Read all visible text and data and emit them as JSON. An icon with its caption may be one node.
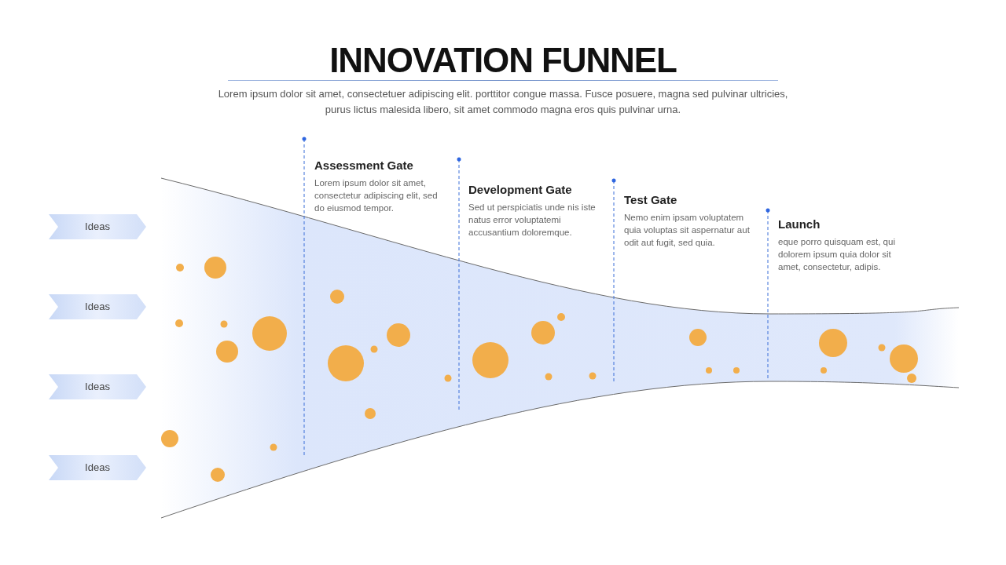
{
  "diagram": {
    "title": "INNOVATION FUNNEL",
    "nodes": [
      {
        "text": [
          "Ideas"
        ]
      },
      {
        "text": [
          "Ideas"
        ]
      },
      {
        "text": [
          "Ideas"
        ]
      },
      {
        "text": [
          "Ideas"
        ]
      },
      {
        "text": [
          "Assessment Gate",
          "Lorem ipsum dolor sit amet, consectetur adipiscing elit, sed do eiusmod tempor."
        ]
      },
      {
        "text": [
          "Development Gate",
          "Sed ut perspiciatis unde nis iste natus error voluptatemi accusantium doloremque."
        ]
      },
      {
        "text": [
          "Test Gate",
          "Nemo enim ipsam voluptatem quia voluptas sit aspernatur aut odit aut fugit, sed quia."
        ]
      },
      {
        "text": [
          "Launch",
          "eque porro quisquam est, qui dolorem ipsum quia dolor sit amet, consectetur, adipis."
        ]
      }
    ],
    "labels": [
      "Lorem ipsum dolor sit amet, consectetuer adipiscing elit. porttitor congue massa. Fusce posuere, magna sed pulvinar ultricies, purus lictus malesida libero, sit amet commodo magna eros quis pulvinar urna."
    ]
  }
}
